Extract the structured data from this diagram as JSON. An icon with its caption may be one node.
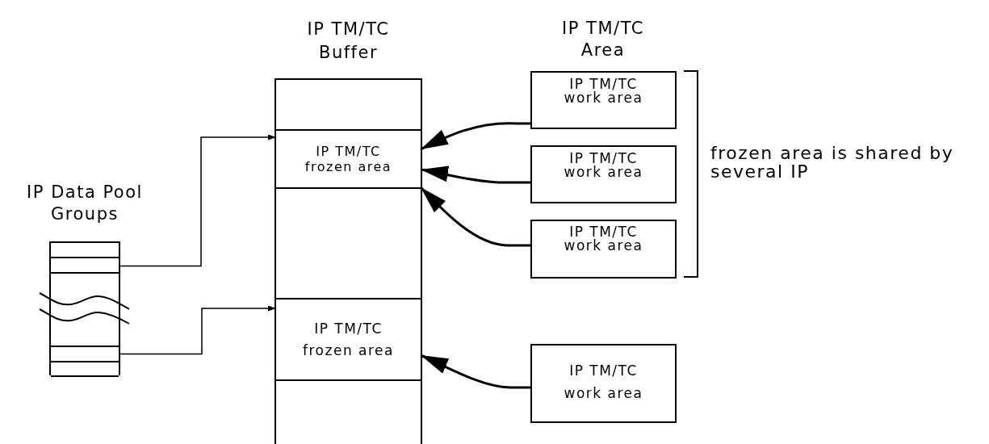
{
  "diagram": {
    "nodes": [
      {
        "text": [
          "IP Data Pool Groups"
        ]
      },
      {
        "text": [],
        "shape": "box",
        "in": 0
      },
      {
        "text": [],
        "shape": "box",
        "in": 0
      },
      {
        "text": [],
        "shape": "box",
        "in": 0
      },
      {
        "text": [],
        "shape": "box",
        "in": 0
      },
      {
        "text": [
          "IP TM/TC Buffer"
        ]
      },
      {
        "text": [],
        "shape": "box",
        "in": 5
      },
      {
        "text": [
          "IP TM/TC frozen area"
        ],
        "in": 5
      },
      {
        "text": [],
        "shape": "box",
        "in": 5
      },
      {
        "text": [
          "IP TM/TC frozen area"
        ],
        "in": 5
      },
      {
        "text": [
          "IP TM/TC work area"
        ]
      },
      {
        "text": [
          "IP TM/TC work area"
        ]
      },
      {
        "text": [
          "IP TM/TC work area"
        ]
      },
      {
        "text": [
          "IP TM/TC work area"
        ]
      }
    ],
    "edges": [
      {
        "from": 2,
        "to": 7,
        "arrow": "to"
      },
      {
        "from": 3,
        "to": 9,
        "arrow": "to"
      },
      {
        "from": 10,
        "to": 7,
        "arrow": "to"
      },
      {
        "from": 11,
        "to": 7,
        "arrow": "to"
      },
      {
        "from": 12,
        "to": 7,
        "arrow": "to"
      },
      {
        "from": 13,
        "to": 9,
        "arrow": "to"
      }
    ],
    "labels": [
      "IP TM/TC Area",
      "frozen area is shared by several IP"
    ]
  }
}
